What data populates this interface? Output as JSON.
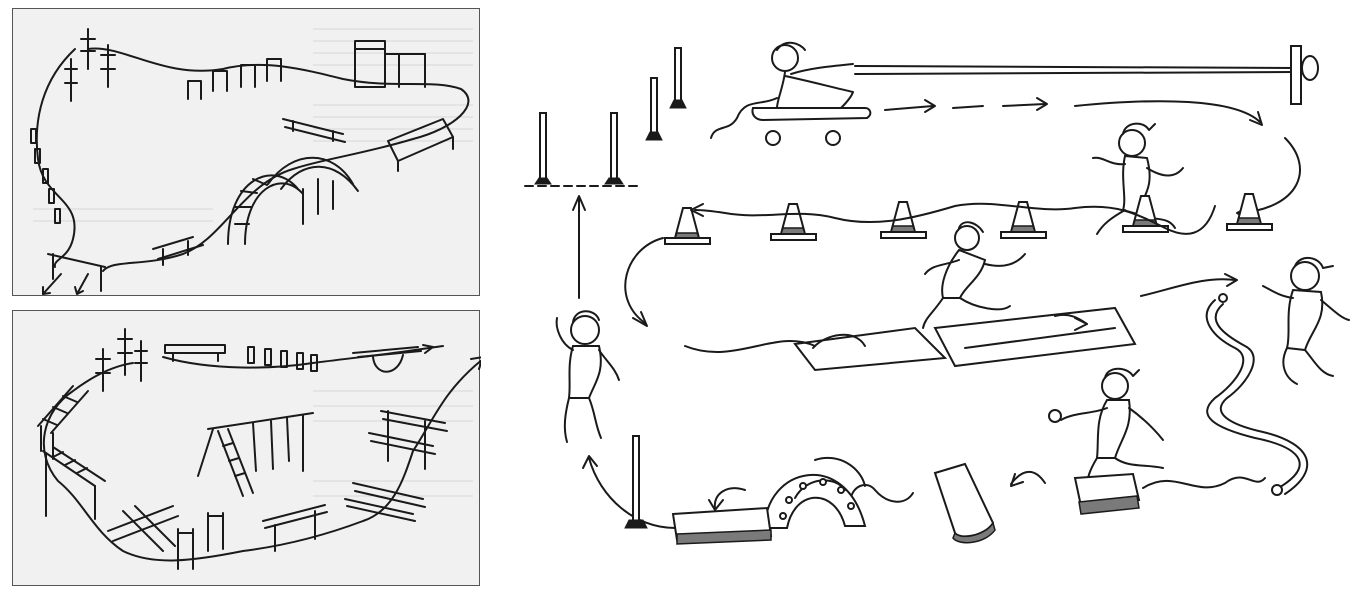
{
  "figures": [
    {
      "id": "top-left",
      "description_visible_text": ""
    },
    {
      "id": "bottom-left",
      "description_visible_text": ""
    },
    {
      "id": "right",
      "description_visible_text": ""
    }
  ],
  "colors": {
    "ink": "#1a1a1a",
    "panel_bg": "#f1f1f1",
    "border": "#555555"
  }
}
